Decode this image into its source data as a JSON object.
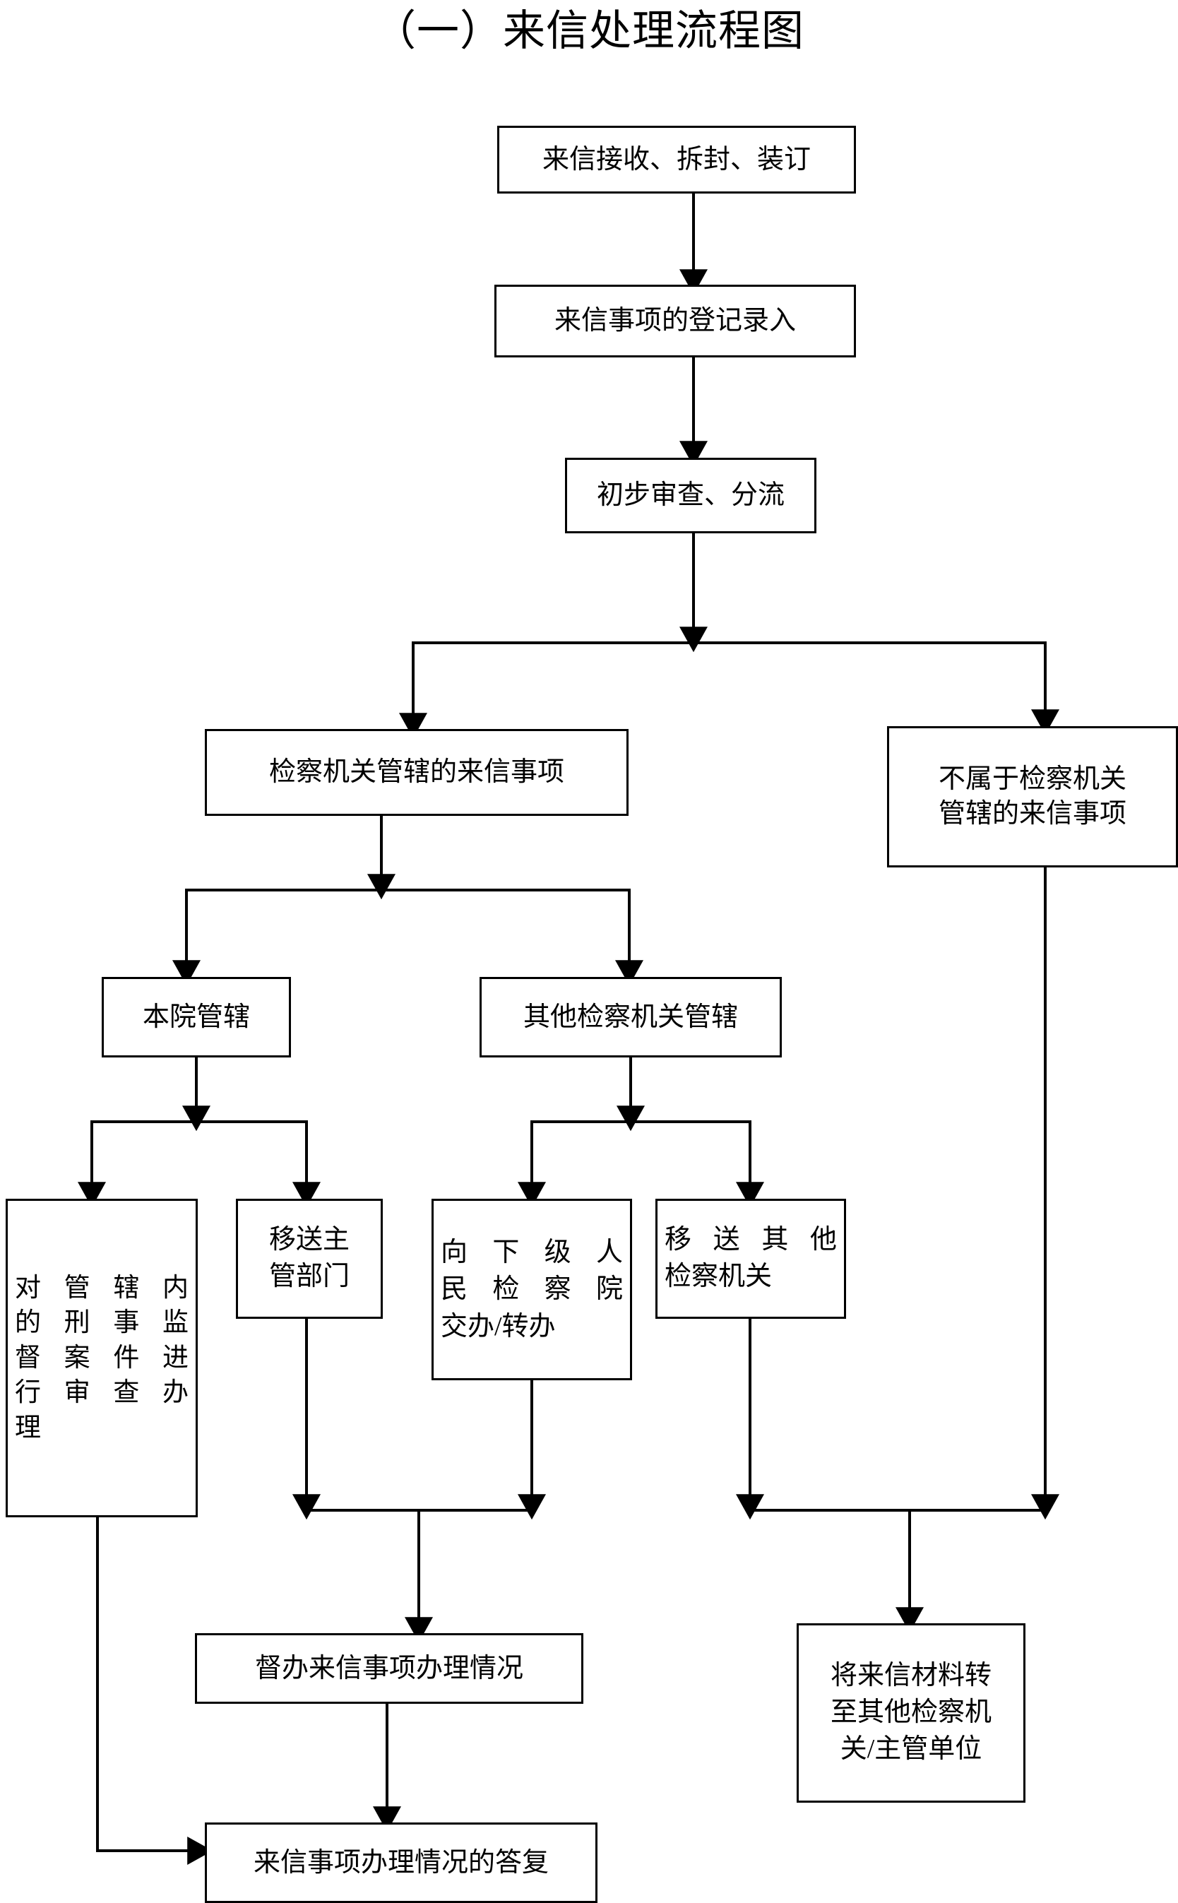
{
  "document": {
    "title": "（一）来信处理流程图",
    "type": "flowchart",
    "language": "zh-CN",
    "stroke_color": "#000000",
    "background_color": "#ffffff"
  },
  "nodes": [
    {
      "id": "n1",
      "name": "letter-receive",
      "lines": [
        "来信接收、拆封、装订"
      ]
    },
    {
      "id": "n2",
      "name": "letter-registration",
      "lines": [
        "来信事项的登记录入"
      ]
    },
    {
      "id": "n3",
      "name": "preliminary-review",
      "lines": [
        "初步审查、分流"
      ]
    },
    {
      "id": "n4",
      "name": "procuratorate-jurisdiction",
      "lines": [
        "检察机关管辖的来信事项"
      ]
    },
    {
      "id": "n5",
      "name": "not-procuratorate-jurisdiction",
      "lines": [
        "不属于检察机关",
        "管辖的来信事项"
      ]
    },
    {
      "id": "n6",
      "name": "own-court-jurisdiction",
      "lines": [
        "本院管辖"
      ]
    },
    {
      "id": "n7",
      "name": "other-procuratorate-jurisdiction",
      "lines": [
        "其他检察机关管辖"
      ]
    },
    {
      "id": "n8",
      "name": "review-supervision-cases",
      "lines": [
        "对管辖内",
        "的刑事监",
        "督案件进",
        "行审查办",
        "理"
      ]
    },
    {
      "id": "n9",
      "name": "transfer-to-competent-department",
      "lines": [
        "移送主",
        "管部门"
      ]
    },
    {
      "id": "n10",
      "name": "assign-to-lower-procuratorate",
      "lines": [
        "向下级人",
        "民检察院",
        "交办/转办"
      ]
    },
    {
      "id": "n11",
      "name": "transfer-to-other-procuratorate",
      "lines": [
        "移送其他",
        "检察机关"
      ]
    },
    {
      "id": "n12",
      "name": "supervise-handling-status",
      "lines": [
        "督办来信事项办理情况"
      ]
    },
    {
      "id": "n13",
      "name": "forward-materials",
      "lines": [
        "将来信材料转",
        "至其他检察机",
        "关/主管单位"
      ]
    },
    {
      "id": "n14",
      "name": "reply-handling-status",
      "lines": [
        "来信事项办理情况的答复"
      ]
    }
  ],
  "connectors": [
    {
      "name": "edge-receive-to-registration",
      "from": "n1",
      "to": "n2"
    },
    {
      "name": "edge-registration-to-review",
      "from": "n2",
      "to": "n3"
    },
    {
      "name": "edge-review-split",
      "from": "n3",
      "to": [
        "n4",
        "n5"
      ]
    },
    {
      "name": "edge-jurisdiction-split",
      "from": "n4",
      "to": [
        "n6",
        "n7"
      ]
    },
    {
      "name": "edge-own-court-split",
      "from": "n6",
      "to": [
        "n8",
        "n9"
      ]
    },
    {
      "name": "edge-other-procuratorate-split",
      "from": "n7",
      "to": [
        "n10",
        "n11"
      ]
    },
    {
      "name": "edge-merge-to-supervise",
      "from": [
        "n9",
        "n10"
      ],
      "to": "n12"
    },
    {
      "name": "edge-merge-to-forward",
      "from": [
        "n11",
        "n5"
      ],
      "to": "n13"
    },
    {
      "name": "edge-supervise-to-reply",
      "from": "n12",
      "to": "n14"
    },
    {
      "name": "edge-review-cases-to-reply",
      "from": "n8",
      "to": "n14"
    }
  ]
}
